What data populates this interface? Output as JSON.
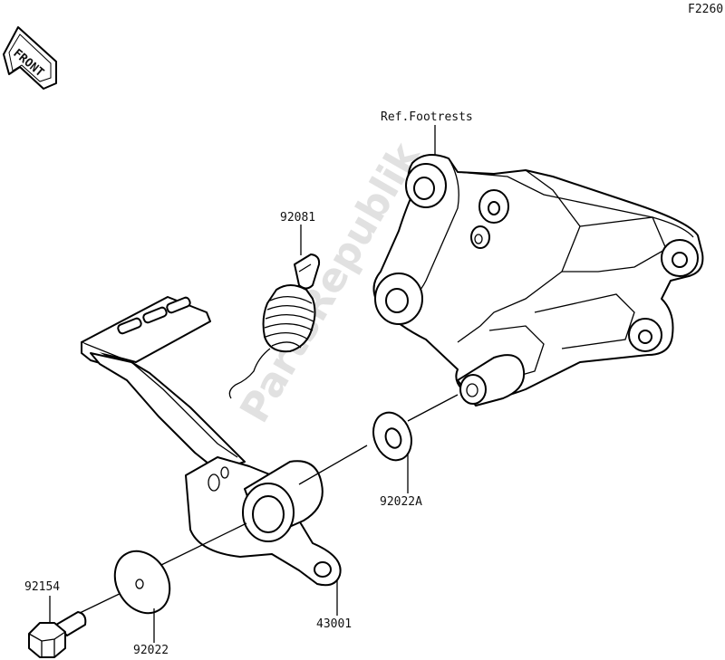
{
  "diagram_code": "F2260",
  "front_label": "FRONT",
  "watermark": "PartsRepublik",
  "callouts": {
    "ref_footrests": "Ref.Footrests",
    "spring": "92081",
    "washer_a": "92022A",
    "pedal": "43001",
    "bolt": "92154",
    "washer": "92022"
  }
}
